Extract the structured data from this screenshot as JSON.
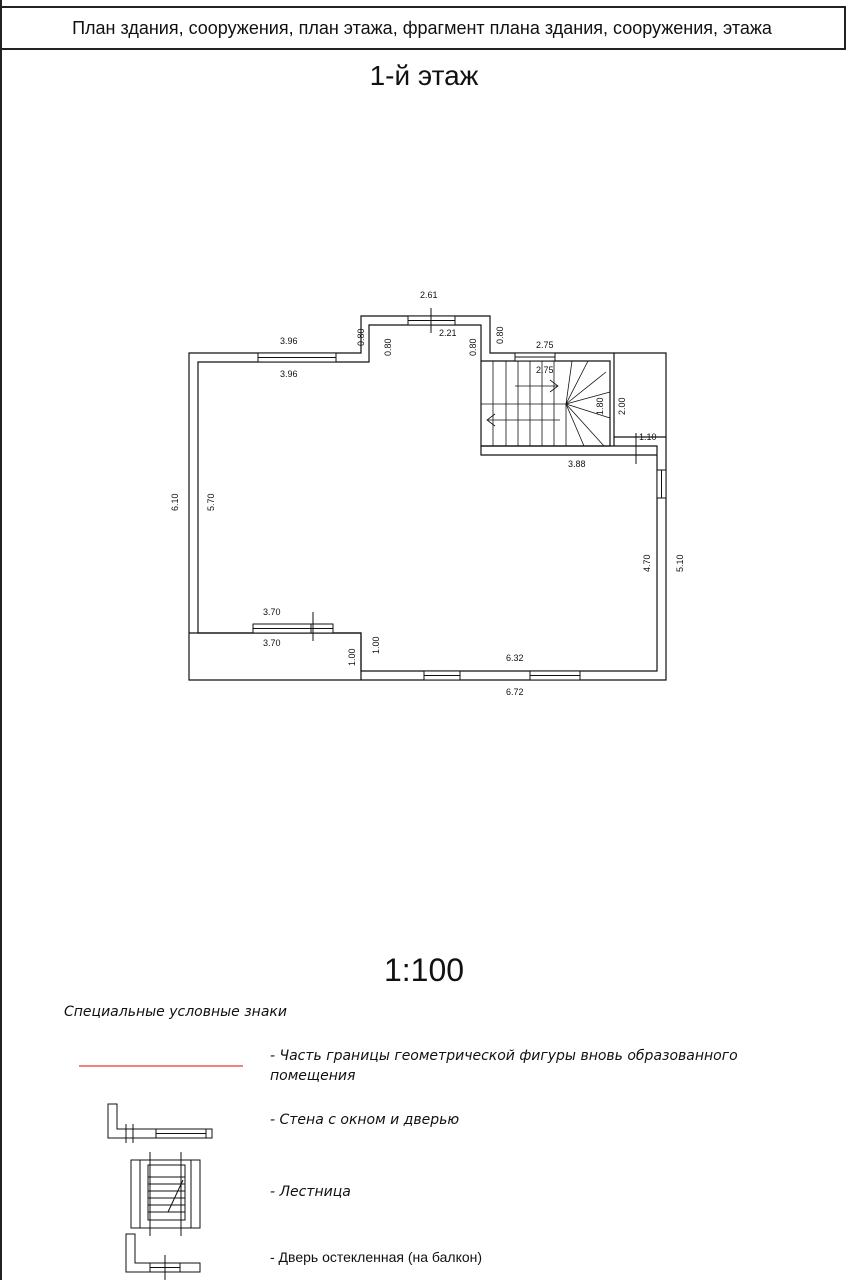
{
  "header": {
    "title": "План здания, сооружения, план этажа, фрагмент плана здания, сооружения, этажа"
  },
  "floor": {
    "title": "1-й этаж"
  },
  "dimensions": {
    "d261": "2.61",
    "d221": "2.21",
    "d080a": "0.80",
    "d080b": "0.80",
    "d080c": "0.80",
    "d080d": "0.80",
    "d396a": "3.96",
    "d396b": "3.96",
    "d275a": "2.75",
    "d275b": "2.75",
    "d180": "1.80",
    "d200": "2.00",
    "d110": "1.10",
    "d388": "3.88",
    "d610": "6.10",
    "d570": "5.70",
    "d470": "4.70",
    "d510": "5.10",
    "d370a": "3.70",
    "d370b": "3.70",
    "d100a": "1.00",
    "d100b": "1.00",
    "d632": "6.32",
    "d672": "6.72"
  },
  "scale": {
    "label": "1:100"
  },
  "legend": {
    "title": "Специальные условные знаки",
    "items": [
      {
        "text": "- Часть границы геометрической фигуры вновь образованного помещения",
        "color": "#e53935"
      },
      {
        "text": "- Стена с окном и дверью"
      },
      {
        "text": "- Лестница"
      },
      {
        "text": "- Дверь остекленная (на балкон)"
      }
    ]
  }
}
